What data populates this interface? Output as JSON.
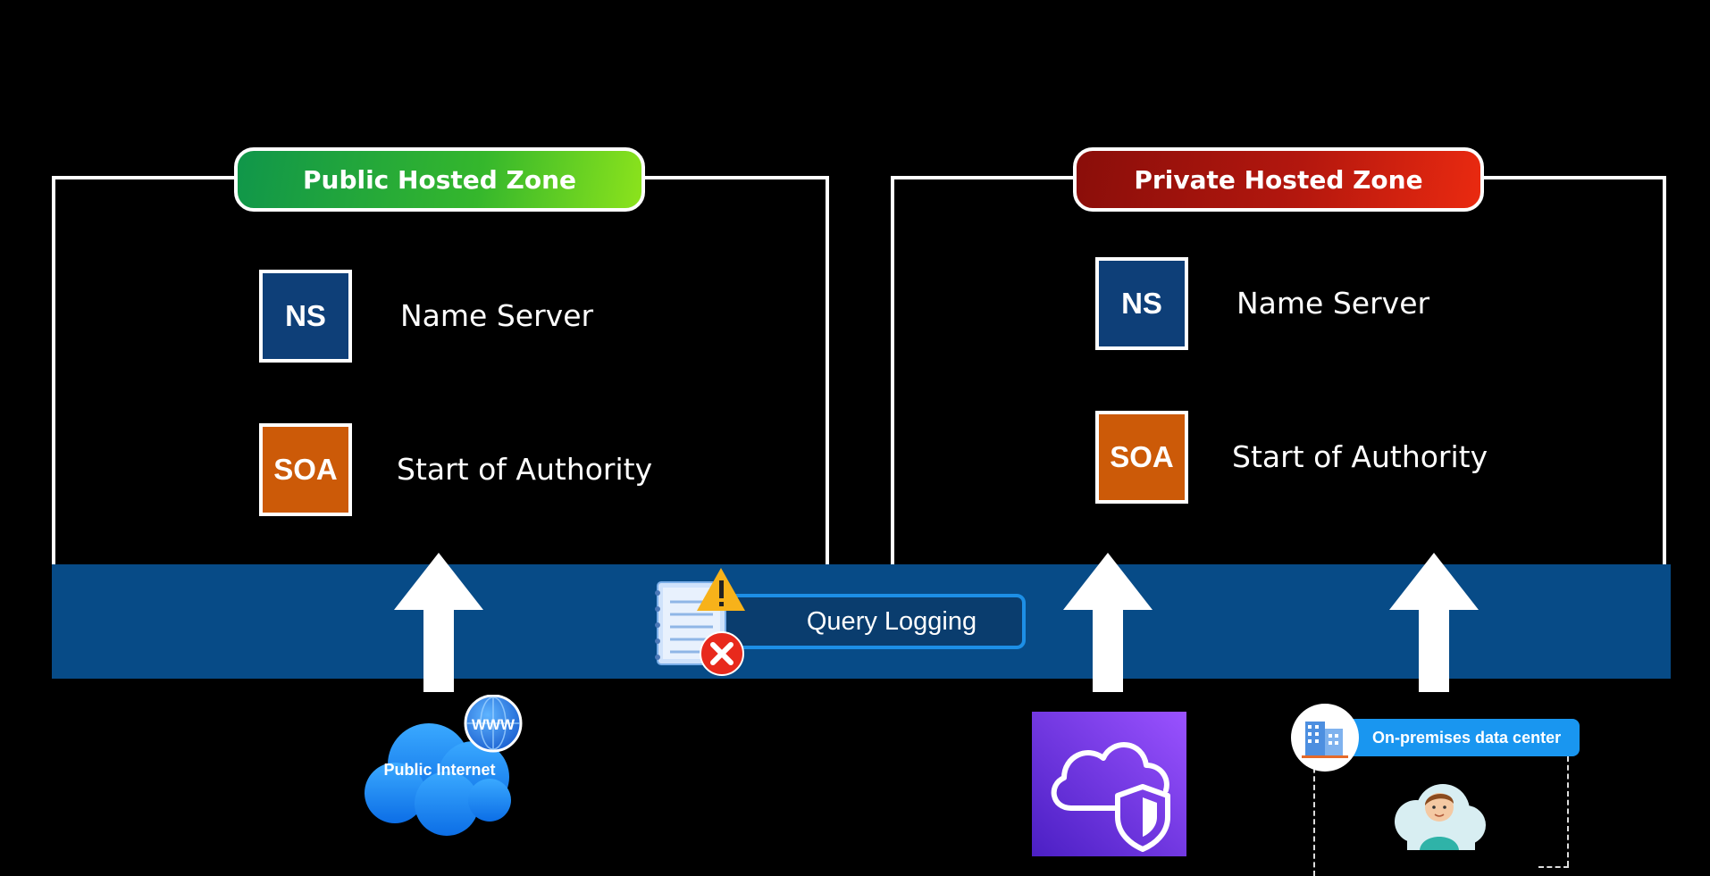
{
  "public_zone": {
    "title": "Public Hosted Zone",
    "records": [
      {
        "badge": "NS",
        "label": "Name Server"
      },
      {
        "badge": "SOA",
        "label": "Start of Authority"
      }
    ]
  },
  "private_zone": {
    "title": "Private Hosted Zone",
    "records": [
      {
        "badge": "NS",
        "label": "Name Server"
      },
      {
        "badge": "SOA",
        "label": "Start of Authority"
      }
    ]
  },
  "query_logging": {
    "label": "Query Logging",
    "icon": "notepad-warning-error-icon"
  },
  "sources": {
    "public_internet": {
      "label": "Public Internet",
      "badge": "WWW",
      "icon": "cloud-globe-icon"
    },
    "vpc": {
      "icon": "cloud-shield-icon"
    },
    "on_premises": {
      "label": "On-premises data center",
      "icon": "building-icon",
      "user_icon": "user-cloud-icon"
    }
  },
  "colors": {
    "band": "#074b87",
    "ns": "#0e3f78",
    "soa": "#cc5a08",
    "public_pill": "#35b72c",
    "private_pill": "#b3170e",
    "vpc_tile": "#7b3fe0"
  }
}
